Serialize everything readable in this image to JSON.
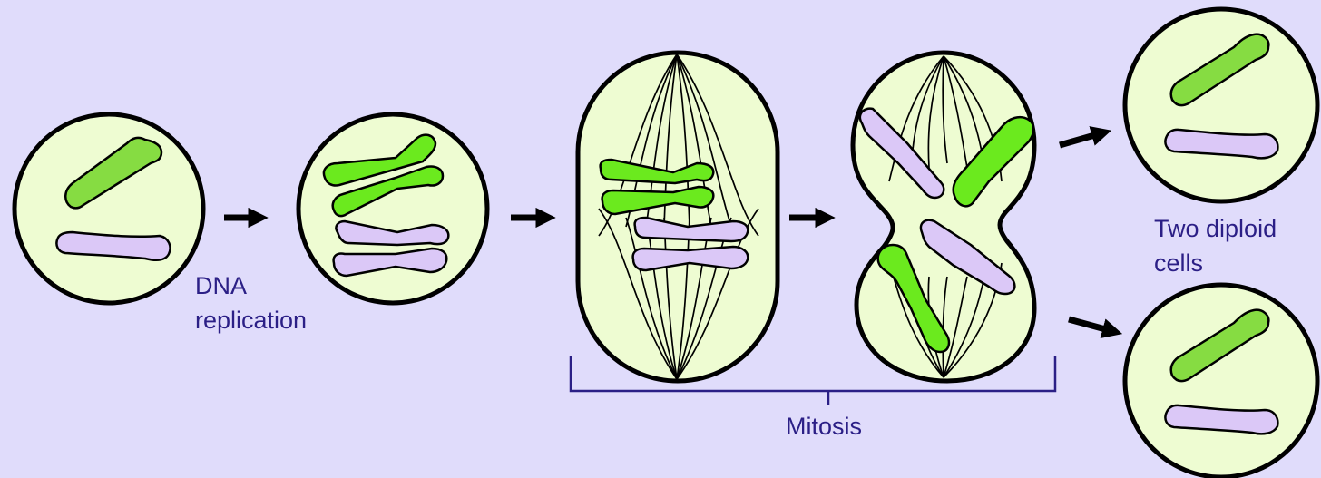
{
  "labels": {
    "dna_replication_line1": "DNA",
    "dna_replication_line2": "replication",
    "result_line1": "Two diploid",
    "result_line2": "cells",
    "mitosis": "Mitosis"
  },
  "colors": {
    "background": "#e0dcfb",
    "cell_fill": "#eefcd2",
    "chromosome_green_dark": "#86dc42",
    "chromosome_green_bright": "#6bea1e",
    "chromosome_purple": "#dbc8f7",
    "label_text": "#2b1f86",
    "bracket": "#2b1f86"
  },
  "stages": [
    "parent-cell",
    "replicated-cell",
    "metaphase-cell",
    "anaphase-cell",
    "daughter-cell-top",
    "daughter-cell-bottom"
  ]
}
